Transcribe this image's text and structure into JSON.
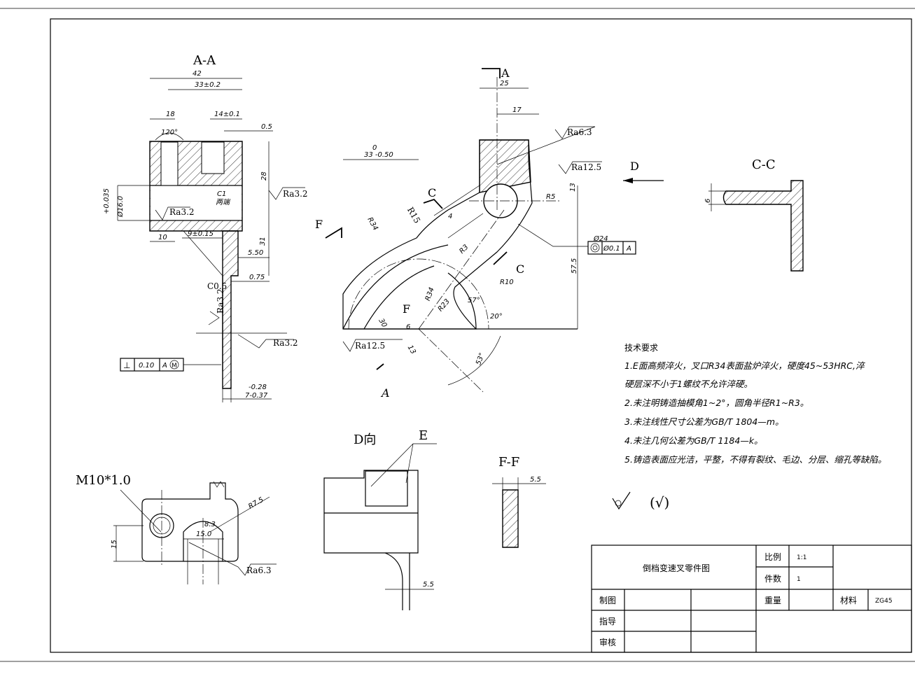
{
  "views": {
    "section_aa": "A-A",
    "section_cc": "C-C",
    "section_ff": "F-F",
    "view_d": "D向",
    "view_d_arrow": "D",
    "label_e": "E",
    "label_f1": "F",
    "label_f2": "F",
    "label_c1": "C",
    "label_c2": "C",
    "label_a_top": "A",
    "label_a_bottom": "A",
    "thread": "M10*1.0"
  },
  "dims_aa": {
    "d42": "42",
    "d33": "33±0.2",
    "d18": "18",
    "d14": "14±0.1",
    "d05": "0.5",
    "d120": "120°",
    "d28": "28",
    "c1": "C1",
    "c1_note": "两端",
    "d16": "Ø16.0",
    "d16_tol": "+0.035",
    "d31": "31",
    "d10": "10",
    "d9": "9±0.15",
    "d550": "5.50",
    "d075": "0.75",
    "c05": "C0.5",
    "tol_low": "-0.28",
    "tol_base": "7-0.37",
    "ra_right": "Ra3.2",
    "ra_left": "Ra3.2",
    "ra_vert": "Ra3.2",
    "ra_face": "Ra3.2",
    "gt_sym": "⊥",
    "gt_val": "0.10",
    "gt_ref": "A",
    "gt_m": "M"
  },
  "dims_main": {
    "d25": "25",
    "d17": "17",
    "ra63": "Ra6.3",
    "ra125_top": "Ra12.5",
    "ra125_bottom": "Ra12.5",
    "d33_top": "0",
    "d33": "33 -0.50",
    "r15": "R15",
    "r34": "R34",
    "d4": "4",
    "r3": "R3",
    "r5": "R5",
    "d13": "13",
    "phi24": "Ø24",
    "gt_val": "Ø0.1",
    "gt_ref": "A",
    "d575": "57.5",
    "r10": "R10",
    "r34b": "R34",
    "r23": "R23",
    "a57": "57°",
    "a20": "20°",
    "a53": "53°",
    "d30": "30",
    "d6": "6",
    "d13b": "13"
  },
  "dims_cc": {
    "d6": "6"
  },
  "dims_ff": {
    "d55": "5.5"
  },
  "dims_dview": {
    "d55": "5.5"
  },
  "dims_m10": {
    "r75": "R7.5",
    "d8": "8.3",
    "d15": "15.0",
    "d15b": "15",
    "ra63": "Ra6.3"
  },
  "tech": {
    "title": "技术要求",
    "lines": [
      "1.E面高频淬火，叉口R34表面盐炉淬火，硬度45~53HRC,淬",
      "硬层深不小于1螺纹不允许淬硬。",
      "2.未注明铸造抽模角1~2°，圆角半径R1~R3。",
      "3.未注线性尺寸公差为GB/T  1804—m。",
      "4.未注几何公差为GB/T  1184—k。",
      "5.铸造表面应光洁，平整，不得有裂纹、毛边、分层、缩孔等缺陷。"
    ],
    "roughness_note": "(√)"
  },
  "title_block": {
    "name": "倒档变速叉零件图",
    "scale_label": "比例",
    "scale_value": "1:1",
    "qty_label": "件数",
    "qty_value": "1",
    "weight_label": "重量",
    "material_label": "材料",
    "material_value": "ZG45",
    "drawn_label": "制图",
    "guide_label": "指导",
    "review_label": "审核"
  }
}
